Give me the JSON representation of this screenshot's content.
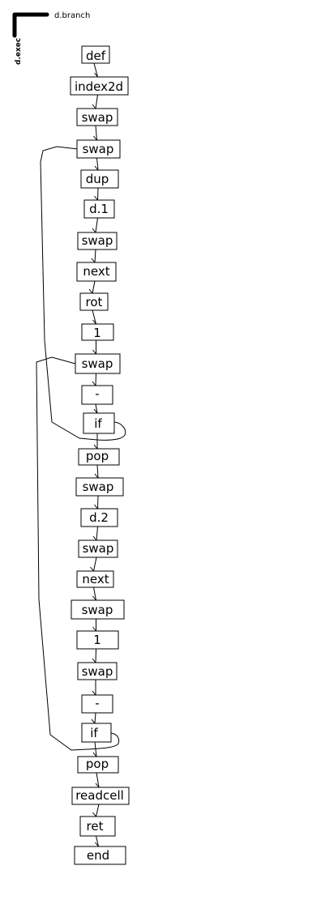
{
  "legend": {
    "branch_label": "d.branch",
    "exec_label": "d.exec"
  },
  "nodes": [
    {
      "id": "n0",
      "label": "def"
    },
    {
      "id": "n1",
      "label": "index2d"
    },
    {
      "id": "n2",
      "label": "swap"
    },
    {
      "id": "n3",
      "label": "swap"
    },
    {
      "id": "n4",
      "label": "dup"
    },
    {
      "id": "n5",
      "label": "d.1"
    },
    {
      "id": "n6",
      "label": "swap"
    },
    {
      "id": "n7",
      "label": "next"
    },
    {
      "id": "n8",
      "label": "rot"
    },
    {
      "id": "n9",
      "label": "1"
    },
    {
      "id": "n10",
      "label": "swap"
    },
    {
      "id": "n11",
      "label": "-"
    },
    {
      "id": "n12",
      "label": "if"
    },
    {
      "id": "n13",
      "label": "pop"
    },
    {
      "id": "n14",
      "label": "swap"
    },
    {
      "id": "n15",
      "label": "d.2"
    },
    {
      "id": "n16",
      "label": "swap"
    },
    {
      "id": "n17",
      "label": "next"
    },
    {
      "id": "n18",
      "label": "swap"
    },
    {
      "id": "n19",
      "label": "1"
    },
    {
      "id": "n20",
      "label": "swap"
    },
    {
      "id": "n21",
      "label": "-"
    },
    {
      "id": "n22",
      "label": "if"
    },
    {
      "id": "n23",
      "label": "pop"
    },
    {
      "id": "n24",
      "label": "readcell"
    },
    {
      "id": "n25",
      "label": "ret"
    },
    {
      "id": "n26",
      "label": "end"
    }
  ],
  "edges": [
    {
      "from": "n0",
      "to": "n1",
      "kind": "exec"
    },
    {
      "from": "n1",
      "to": "n2",
      "kind": "exec"
    },
    {
      "from": "n2",
      "to": "n3",
      "kind": "exec"
    },
    {
      "from": "n3",
      "to": "n4",
      "kind": "exec"
    },
    {
      "from": "n4",
      "to": "n5",
      "kind": "exec"
    },
    {
      "from": "n5",
      "to": "n6",
      "kind": "exec"
    },
    {
      "from": "n6",
      "to": "n7",
      "kind": "exec"
    },
    {
      "from": "n7",
      "to": "n8",
      "kind": "exec"
    },
    {
      "from": "n8",
      "to": "n9",
      "kind": "exec"
    },
    {
      "from": "n9",
      "to": "n10",
      "kind": "exec"
    },
    {
      "from": "n10",
      "to": "n11",
      "kind": "exec"
    },
    {
      "from": "n11",
      "to": "n12",
      "kind": "exec"
    },
    {
      "from": "n12",
      "to": "n13",
      "kind": "exec"
    },
    {
      "from": "n13",
      "to": "n14",
      "kind": "exec"
    },
    {
      "from": "n14",
      "to": "n15",
      "kind": "exec"
    },
    {
      "from": "n15",
      "to": "n16",
      "kind": "exec"
    },
    {
      "from": "n16",
      "to": "n17",
      "kind": "exec"
    },
    {
      "from": "n17",
      "to": "n18",
      "kind": "exec"
    },
    {
      "from": "n18",
      "to": "n19",
      "kind": "exec"
    },
    {
      "from": "n19",
      "to": "n20",
      "kind": "exec"
    },
    {
      "from": "n20",
      "to": "n21",
      "kind": "exec"
    },
    {
      "from": "n21",
      "to": "n22",
      "kind": "exec"
    },
    {
      "from": "n22",
      "to": "n23",
      "kind": "exec"
    },
    {
      "from": "n23",
      "to": "n24",
      "kind": "exec"
    },
    {
      "from": "n24",
      "to": "n25",
      "kind": "exec"
    },
    {
      "from": "n25",
      "to": "n26",
      "kind": "exec"
    },
    {
      "from": "n12",
      "to": "n3",
      "kind": "branch"
    },
    {
      "from": "n22",
      "to": "n10",
      "kind": "branch"
    }
  ]
}
